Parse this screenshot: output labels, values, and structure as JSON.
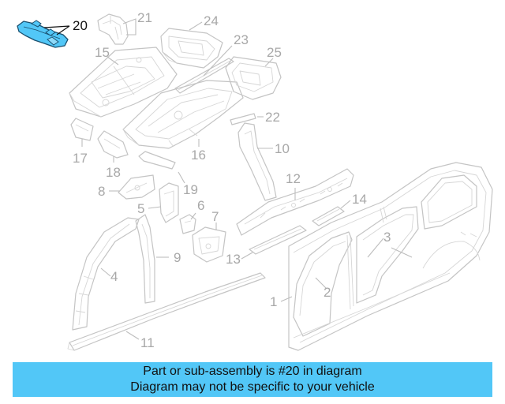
{
  "diagram": {
    "callouts": [
      {
        "id": "c1",
        "label": "1"
      },
      {
        "id": "c2",
        "label": "2"
      },
      {
        "id": "c3",
        "label": "3"
      },
      {
        "id": "c4",
        "label": "4"
      },
      {
        "id": "c5",
        "label": "5"
      },
      {
        "id": "c6",
        "label": "6"
      },
      {
        "id": "c7",
        "label": "7"
      },
      {
        "id": "c8",
        "label": "8"
      },
      {
        "id": "c9",
        "label": "9"
      },
      {
        "id": "c10",
        "label": "10"
      },
      {
        "id": "c11",
        "label": "11"
      },
      {
        "id": "c12",
        "label": "12"
      },
      {
        "id": "c13",
        "label": "13"
      },
      {
        "id": "c14",
        "label": "14"
      },
      {
        "id": "c15",
        "label": "15"
      },
      {
        "id": "c16",
        "label": "16"
      },
      {
        "id": "c17",
        "label": "17"
      },
      {
        "id": "c18",
        "label": "18"
      },
      {
        "id": "c19",
        "label": "19"
      },
      {
        "id": "c20",
        "label": "20"
      },
      {
        "id": "c21",
        "label": "21"
      },
      {
        "id": "c22",
        "label": "22"
      },
      {
        "id": "c23",
        "label": "23"
      },
      {
        "id": "c24",
        "label": "24"
      },
      {
        "id": "c25",
        "label": "25"
      }
    ],
    "highlighted_part": "20",
    "highlight_color": "#52c7f7",
    "line_color": "#c4c4c4"
  },
  "banner": {
    "line1": "Part or sub-assembly is #20 in diagram",
    "line2": "Diagram may not be specific to your vehicle",
    "background": "#52c7f7"
  }
}
